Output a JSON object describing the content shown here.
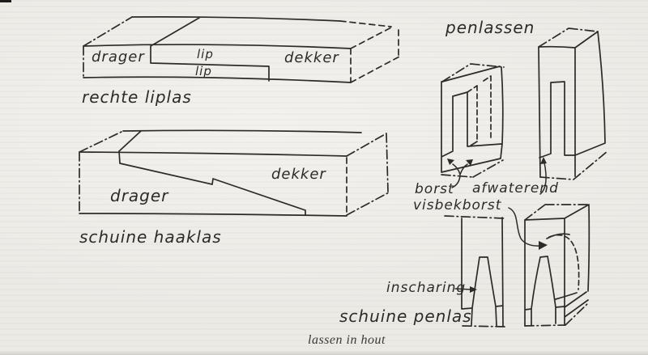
{
  "page_caption": "lassen in hout",
  "rechte_liplas": {
    "caption": "rechte liplas",
    "label_drager": "drager",
    "label_lip_top": "lip",
    "label_lip_bottom": "lip",
    "label_dekker": "dekker"
  },
  "schuine_haaklas": {
    "caption": "schuine haaklas",
    "label_drager": "drager",
    "label_dekker": "dekker"
  },
  "penlassen": {
    "title": "penlassen",
    "label_borst": "borst",
    "label_afwaterend": "afwaterend",
    "label_visbekborst": "visbekborst",
    "label_inscharing": "inscharing",
    "caption": "schuine penlas"
  },
  "colors": {
    "ink": "#2d2b28",
    "paper": "#eceae5"
  }
}
